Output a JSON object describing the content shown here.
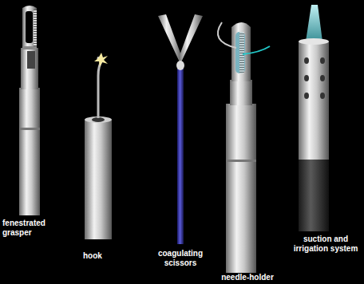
{
  "diagram": {
    "labels": [
      "fenestrated grasper",
      "hook",
      "coagulating scissors",
      "needle-holder",
      "suction and irrigation system"
    ]
  }
}
